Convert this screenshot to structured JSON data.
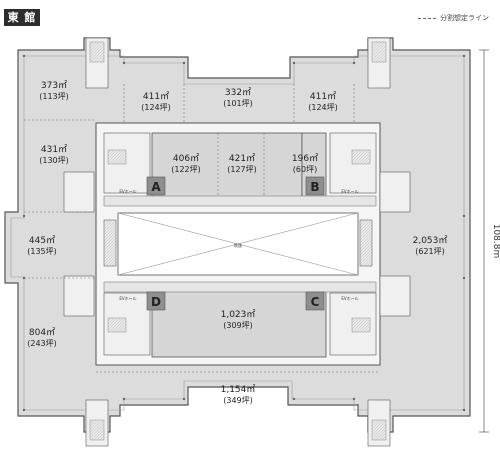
{
  "header": {
    "building_name": "東 館",
    "legend_text": "分割想定ライン"
  },
  "dimension": {
    "height_label": "108.8m"
  },
  "zones": [
    {
      "key": "nw",
      "area": "373㎡",
      "tsubo": "(113坪)"
    },
    {
      "key": "n_left",
      "area": "411㎡",
      "tsubo": "(124坪)"
    },
    {
      "key": "n_mid",
      "area": "332㎡",
      "tsubo": "(101坪)"
    },
    {
      "key": "n_right",
      "area": "411㎡",
      "tsubo": "(124坪)"
    },
    {
      "key": "w_upper",
      "area": "431㎡",
      "tsubo": "(130坪)"
    },
    {
      "key": "a1",
      "area": "406㎡",
      "tsubo": "(122坪)"
    },
    {
      "key": "a2",
      "area": "421㎡",
      "tsubo": "(127坪)"
    },
    {
      "key": "b",
      "area": "196㎡",
      "tsubo": "(60坪)"
    },
    {
      "key": "w_mid",
      "area": "445㎡",
      "tsubo": "(135坪)"
    },
    {
      "key": "east",
      "area": "2,053㎡",
      "tsubo": "(621坪)"
    },
    {
      "key": "w_lower",
      "area": "804㎡",
      "tsubo": "(243坪)"
    },
    {
      "key": "dc",
      "area": "1,023㎡",
      "tsubo": "(309坪)"
    },
    {
      "key": "south",
      "area": "1,154㎡",
      "tsubo": "(349坪)"
    }
  ],
  "markers": {
    "a": "A",
    "b": "B",
    "c": "C",
    "d": "D"
  },
  "ev_hall": "EVホール",
  "atrium": "吹抜"
}
